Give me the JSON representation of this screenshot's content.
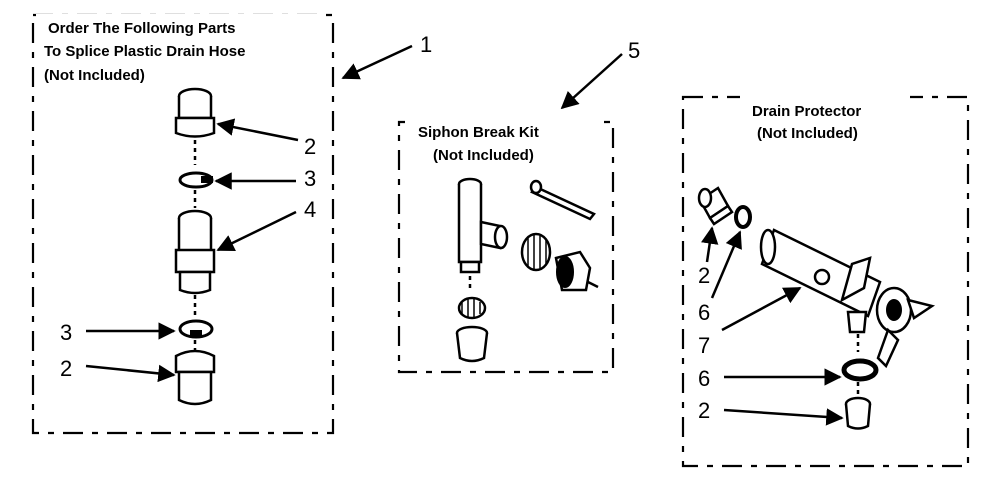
{
  "groups": {
    "splice": {
      "title_lines": [
        "Order The Following Parts",
        "To Splice Plastic Drain Hose",
        "(Not Included)"
      ]
    },
    "siphon": {
      "title_lines": [
        "Siphon Break Kit",
        "(Not Included)"
      ]
    },
    "protector": {
      "title_lines": [
        "Drain Protector",
        "(Not Included)"
      ]
    }
  },
  "callouts": {
    "splice_group": "1",
    "splice_adapter_top": "2",
    "splice_clamp_top": "3",
    "splice_connector": "4",
    "splice_clamp_bottom": "3",
    "splice_adapter_bottom": "2",
    "siphon_group": "5",
    "protector_adapter_left": "2",
    "protector_clamp_left": "6",
    "protector_body": "7",
    "protector_clamp_bottom": "6",
    "protector_adapter_bottom": "2"
  }
}
